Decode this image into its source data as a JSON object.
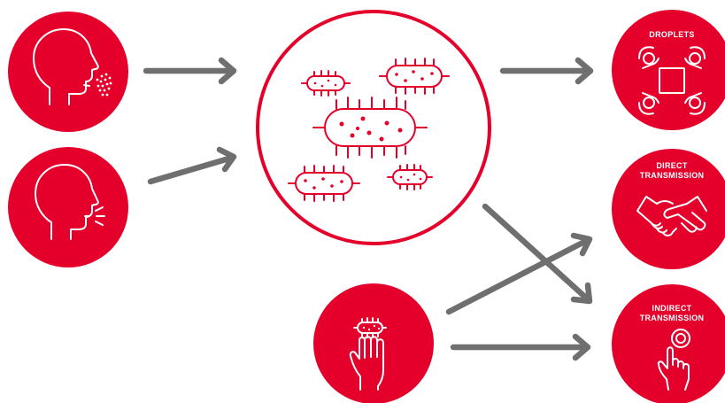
{
  "colors": {
    "accent": "#e4002b",
    "arrow": "#6f6f6f",
    "background": "#ffffff"
  },
  "nodes": {
    "sneeze": {
      "icon": "sneezing-head-icon"
    },
    "cough": {
      "icon": "coughing-head-icon"
    },
    "germs": {
      "icon": "bacteria-icon"
    },
    "touch": {
      "icon": "hand-touching-germ-icon"
    },
    "droplets": {
      "label": "DROPLETS",
      "icon": "people-around-table-icon"
    },
    "direct": {
      "label_line1": "DIRECT",
      "label_line2": "TRANSMISSION",
      "icon": "handshake-icon"
    },
    "indirect": {
      "label_line1": "INDIRECT",
      "label_line2": "TRANSMISSION",
      "icon": "finger-pressing-button-icon"
    }
  },
  "edges": [
    {
      "from": "sneeze",
      "to": "germs"
    },
    {
      "from": "cough",
      "to": "germs"
    },
    {
      "from": "germs",
      "to": "droplets"
    },
    {
      "from": "germs",
      "to": "indirect"
    },
    {
      "from": "touch",
      "to": "direct"
    },
    {
      "from": "touch",
      "to": "indirect"
    }
  ]
}
